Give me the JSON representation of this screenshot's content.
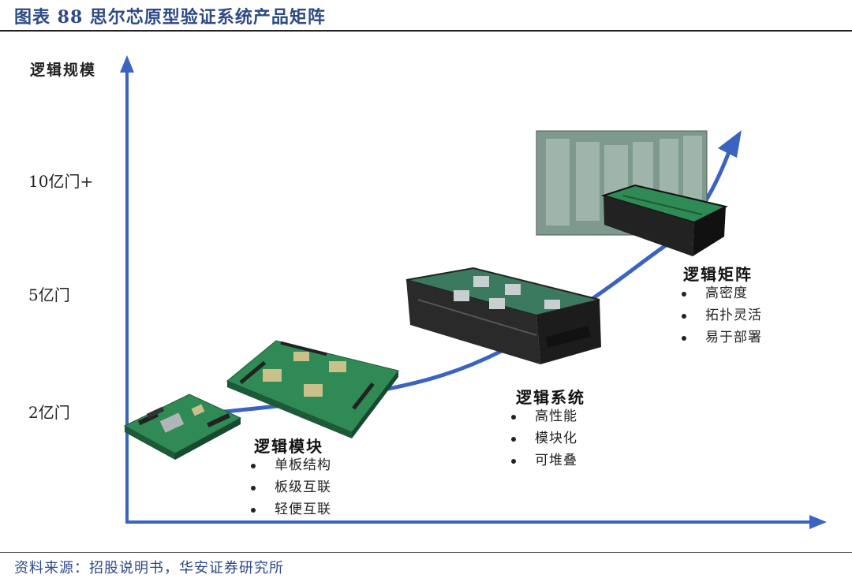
{
  "figure_title": "图表 88  思尔芯原型验证系统产品矩阵",
  "source": "资料来源：招股说明书，华安证券研究所",
  "y_axis": {
    "title": "逻辑规模",
    "ticks": [
      "10亿门+",
      "5亿门",
      "2亿门"
    ]
  },
  "stages": [
    {
      "title": "逻辑模块",
      "bullets": [
        "单板结构",
        "板级互联",
        "轻便互联"
      ]
    },
    {
      "title": "逻辑系统",
      "bullets": [
        "高性能",
        "模块化",
        "可堆叠"
      ]
    },
    {
      "title": "逻辑矩阵",
      "bullets": [
        "高密度",
        "拓扑灵活",
        "易于部署"
      ]
    }
  ],
  "colors": {
    "axis": "#3a64c0",
    "title": "#2d4a86",
    "pcb": "#2f8a55",
    "chassis": "#2a2a2a"
  },
  "icons": [
    "module-board-image",
    "large-board-image",
    "system-chassis-image",
    "matrix-rack-image"
  ]
}
